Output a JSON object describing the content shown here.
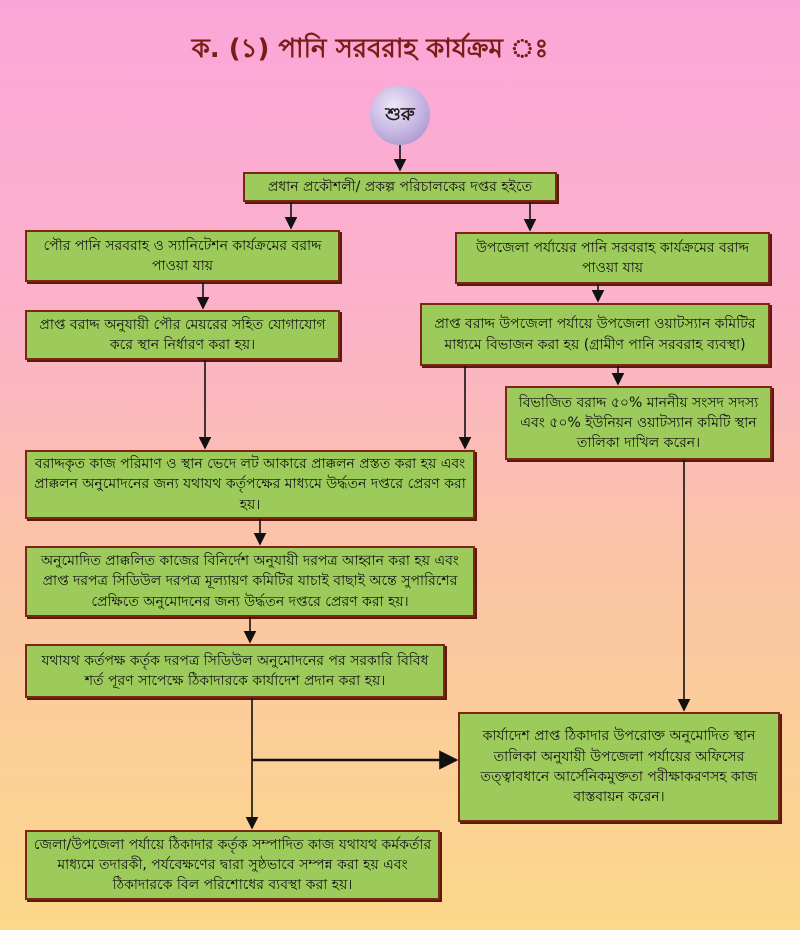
{
  "title": "ক.   (১)  পানি সরবরাহ কার্যক্রম ঃ",
  "start": "শুরু",
  "steps": {
    "head_office": "প্রধান প্রকৌশলী/ প্রকল্প পরিচালকের দপ্তর হইতে",
    "pourashava_allocation": "পৌর পানি সরবরাহ ও স্যানিটেশন কার্যক্রমের বরাদ্দ পাওয়া যায়",
    "upazila_allocation": "উপজেলা পর্যায়ের পানি সরবরাহ কার্যক্রমের বরাদ্দ পাওয়া যায়",
    "site_selection_mayor": "প্রাপ্ত বরাদ্দ অনুযায়ী পৌর মেয়রের সহিত যোগাযোগ করে স্থান নির্ধারণ করা হয়।",
    "upazila_watsan_distribution": "প্রাপ্ত বরাদ্দ উপজেলা পর্যায়ে উপজেলা ওয়াটস্যান কমিটির মাধ্যমে বিভাজন করা হয় (গ্রামীণ পানি সরবরাহ ব্যবস্থা)",
    "site_list_submission": "বিভাজিত বরাদ্দ ৫০% মাননীয় সংসদ সদস্য এবং ৫০% ইউনিয়ন ওয়াটস্যান কমিটি স্থান তালিকা দাখিল করেন।",
    "estimate_preparation": "বরাদ্দকৃত কাজ পরিমাণ ও স্থান ভেদে লট আকারে প্রাক্কলন প্রস্তত করা হয় এবং প্রাক্কলন অনুমোদনের জন্য যথাযথ কর্তৃপক্ষের মাধ্যমে উর্দ্ধতন দপ্তরে প্রেরণ করা হয়।",
    "tender_invitation": "অনুমোদিত প্রাক্কলিত কাজের বিনির্দেশ অনুযায়ী দরপত্র আহ্বান করা হয় এবং প্রাপ্ত দরপত্র সিডিউল দরপত্র মূল্যায়ণ কমিটির যাচাই বাছাই অন্তে সুপারিশের প্রেক্ষিতে অনুমোদনের জন্য উর্দ্ধতন দপ্তরে প্রেরণ করা হয়।",
    "work_order": "যথাযথ কর্তপক্ষ কর্তৃক দরপত্র সিডিউল অনুমোদনের পর সরকারি বিবিধ শর্ত পূরণ সাপেক্ষে ঠিকাদারকে কার্যাদেশ প্রদান করা হয়।",
    "implementation": "কার্যাদেশ প্রাপ্ত ঠিকাদার উপরোক্ত অনুমোদিত স্থান তালিকা অনুযায়ী  উপজেলা পর্যায়ের অফিসের তত্ত্বাবধানে আর্সেনিকমুক্ততা পরীক্ষাকরণসহ কাজ বাস্তবায়ন করেন।",
    "supervision_payment": "জেলা/উপজেলা পর্যায়ে ঠিকাদার কর্তৃক সম্পাদিত কাজ যথাযথ কর্মকর্তার মাধ্যমে তদারকী, পর্যবেক্ষণের দ্বারা সুষ্ঠভাবে সম্পন্ন করা হয় এবং ঠিকাদারকে বিল পরিশোধের ব্যবস্থা করা হয়।"
  },
  "colors": {
    "box_fill": "#9dcb5b",
    "box_border": "#7b2714",
    "title": "#7a1d16",
    "arrow": "#111111"
  }
}
